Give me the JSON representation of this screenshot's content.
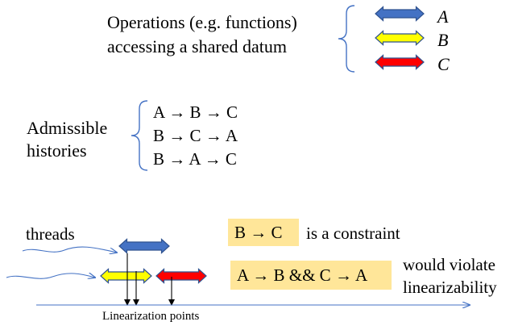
{
  "ops_title": [
    "Operations (e.g. functions)",
    "accessing a shared datum"
  ],
  "ops": [
    {
      "label": "A",
      "color": "#4472c4"
    },
    {
      "label": "B",
      "color": "#ffff00"
    },
    {
      "label": "C",
      "color": "#ff0000"
    }
  ],
  "admissible_title": [
    "Admissible",
    "histories"
  ],
  "histories": [
    "A → B → C",
    "B → C → A",
    "B → A → C"
  ],
  "threads_label": "threads",
  "constraint": {
    "box": "B → C",
    "text": "is a constraint"
  },
  "violation": {
    "box": "A → B && C → A",
    "text": [
      "would violate",
      "linearizability"
    ]
  },
  "linearization_label": "Linearization points",
  "colors": {
    "blue": "#4472c4",
    "yellow": "#ffff00",
    "red": "#ff0000",
    "highlight": "#ffe699",
    "line": "#4472c4"
  }
}
